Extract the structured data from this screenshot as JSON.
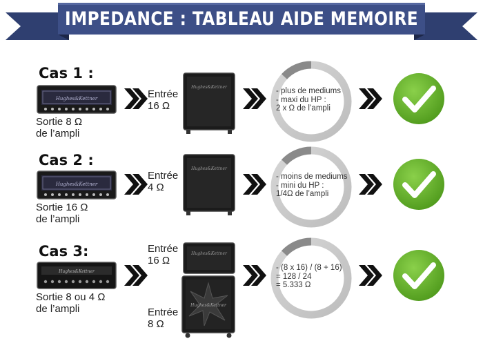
{
  "banner": {
    "title": "IMPEDANCE : TABLEAU AIDE MEMOIRE",
    "color": "#3d4f87"
  },
  "cases": [
    {
      "title": "Cas 1 :",
      "output_lines": [
        "Sortie 8 Ω",
        "de l’ampli"
      ],
      "entries": [
        {
          "lines": [
            "Entrée",
            "16 Ω"
          ]
        }
      ],
      "notes": [
        "- plus de mediums",
        "- maxi du HP :",
        "2 x Ω  de l’ampli"
      ],
      "status": "check-icon"
    },
    {
      "title": "Cas 2 :",
      "output_lines": [
        "Sortie 16 Ω",
        "de l’ampli"
      ],
      "entries": [
        {
          "lines": [
            "Entrée",
            "4 Ω"
          ]
        }
      ],
      "notes": [
        "- moins de mediums",
        "- mini du HP :",
        "1/4Ω de l’ampli"
      ],
      "status": "check-icon"
    },
    {
      "title": "Cas 3:",
      "output_lines": [
        "Sortie 8 ou 4 Ω",
        "de l’ampli"
      ],
      "entries": [
        {
          "lines": [
            "Entrée",
            "16 Ω"
          ]
        },
        {
          "lines": [
            "Entrée",
            "8 Ω"
          ]
        }
      ],
      "notes": [
        "- (8 x 16) / (8 + 16)",
        "= 128 / 24",
        "= 5.333 Ω"
      ],
      "status": "check-icon"
    }
  ],
  "colors": {
    "arrow": "#111111",
    "check_green": "#6ab42d",
    "ring": "#c8c8c8",
    "ring_dark": "#8a8a8a"
  }
}
